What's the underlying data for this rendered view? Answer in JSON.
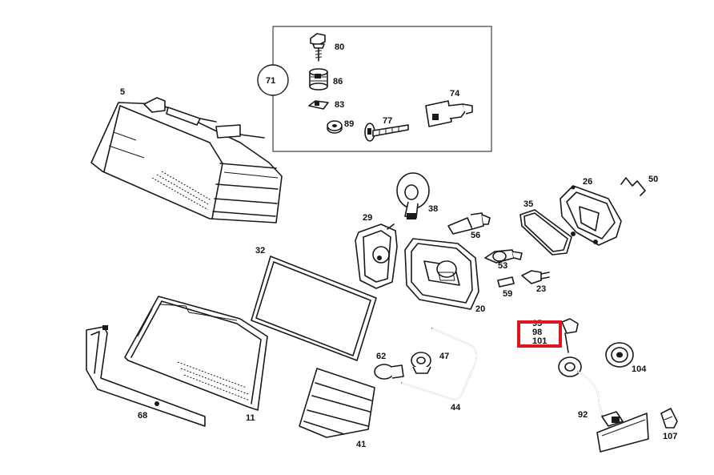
{
  "callouts": [
    {
      "id": "c5",
      "text": "5"
    },
    {
      "id": "c71",
      "text": "71"
    },
    {
      "id": "c80",
      "text": "80"
    },
    {
      "id": "c86",
      "text": "86"
    },
    {
      "id": "c83",
      "text": "83"
    },
    {
      "id": "c89",
      "text": "89"
    },
    {
      "id": "c77",
      "text": "77"
    },
    {
      "id": "c74",
      "text": "74"
    },
    {
      "id": "c26",
      "text": "26"
    },
    {
      "id": "c50",
      "text": "50"
    },
    {
      "id": "c38",
      "text": "38"
    },
    {
      "id": "c35",
      "text": "35"
    },
    {
      "id": "c29",
      "text": "29"
    },
    {
      "id": "c56",
      "text": "56"
    },
    {
      "id": "c32",
      "text": "32"
    },
    {
      "id": "c53",
      "text": "53"
    },
    {
      "id": "c23",
      "text": "23"
    },
    {
      "id": "c59",
      "text": "59"
    },
    {
      "id": "c20",
      "text": "20"
    },
    {
      "id": "c95",
      "text": "95"
    },
    {
      "id": "c98",
      "text": "98"
    },
    {
      "id": "c101",
      "text": "101"
    },
    {
      "id": "c62",
      "text": "62"
    },
    {
      "id": "c47",
      "text": "47"
    },
    {
      "id": "c104",
      "text": "104"
    },
    {
      "id": "c68",
      "text": "68"
    },
    {
      "id": "c11",
      "text": "11"
    },
    {
      "id": "c44",
      "text": "44"
    },
    {
      "id": "c92",
      "text": "92"
    },
    {
      "id": "c107",
      "text": "107"
    },
    {
      "id": "c41",
      "text": "41"
    }
  ],
  "highlight_color": "#e0141e"
}
